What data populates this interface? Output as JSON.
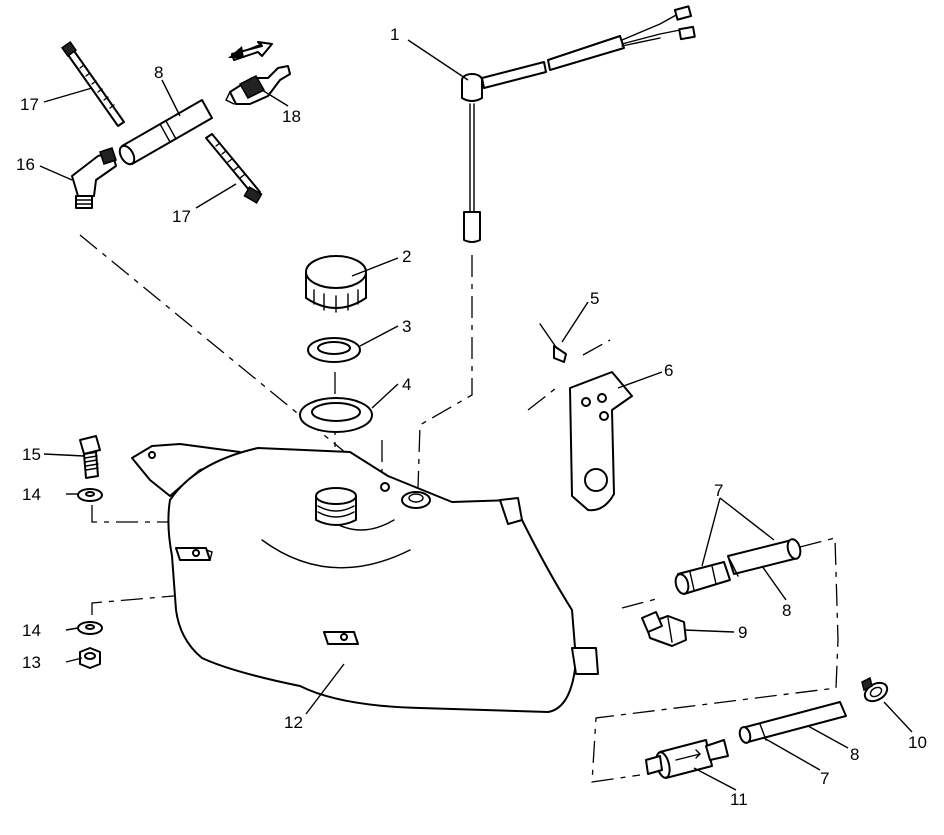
{
  "diagram": {
    "callouts": [
      {
        "id": "c1",
        "label": "1"
      },
      {
        "id": "c2",
        "label": "2"
      },
      {
        "id": "c3",
        "label": "3"
      },
      {
        "id": "c4",
        "label": "4"
      },
      {
        "id": "c5",
        "label": "5"
      },
      {
        "id": "c6",
        "label": "6"
      },
      {
        "id": "c7a",
        "label": "7"
      },
      {
        "id": "c7b",
        "label": "7"
      },
      {
        "id": "c8a",
        "label": "8"
      },
      {
        "id": "c8b",
        "label": "8"
      },
      {
        "id": "c8c",
        "label": "8"
      },
      {
        "id": "c9",
        "label": "9"
      },
      {
        "id": "c10",
        "label": "10"
      },
      {
        "id": "c11",
        "label": "11"
      },
      {
        "id": "c12",
        "label": "12"
      },
      {
        "id": "c13",
        "label": "13"
      },
      {
        "id": "c14a",
        "label": "14"
      },
      {
        "id": "c14b",
        "label": "14"
      },
      {
        "id": "c15",
        "label": "15"
      },
      {
        "id": "c16",
        "label": "16"
      },
      {
        "id": "c17a",
        "label": "17"
      },
      {
        "id": "c17b",
        "label": "17"
      },
      {
        "id": "c18",
        "label": "18"
      }
    ]
  }
}
